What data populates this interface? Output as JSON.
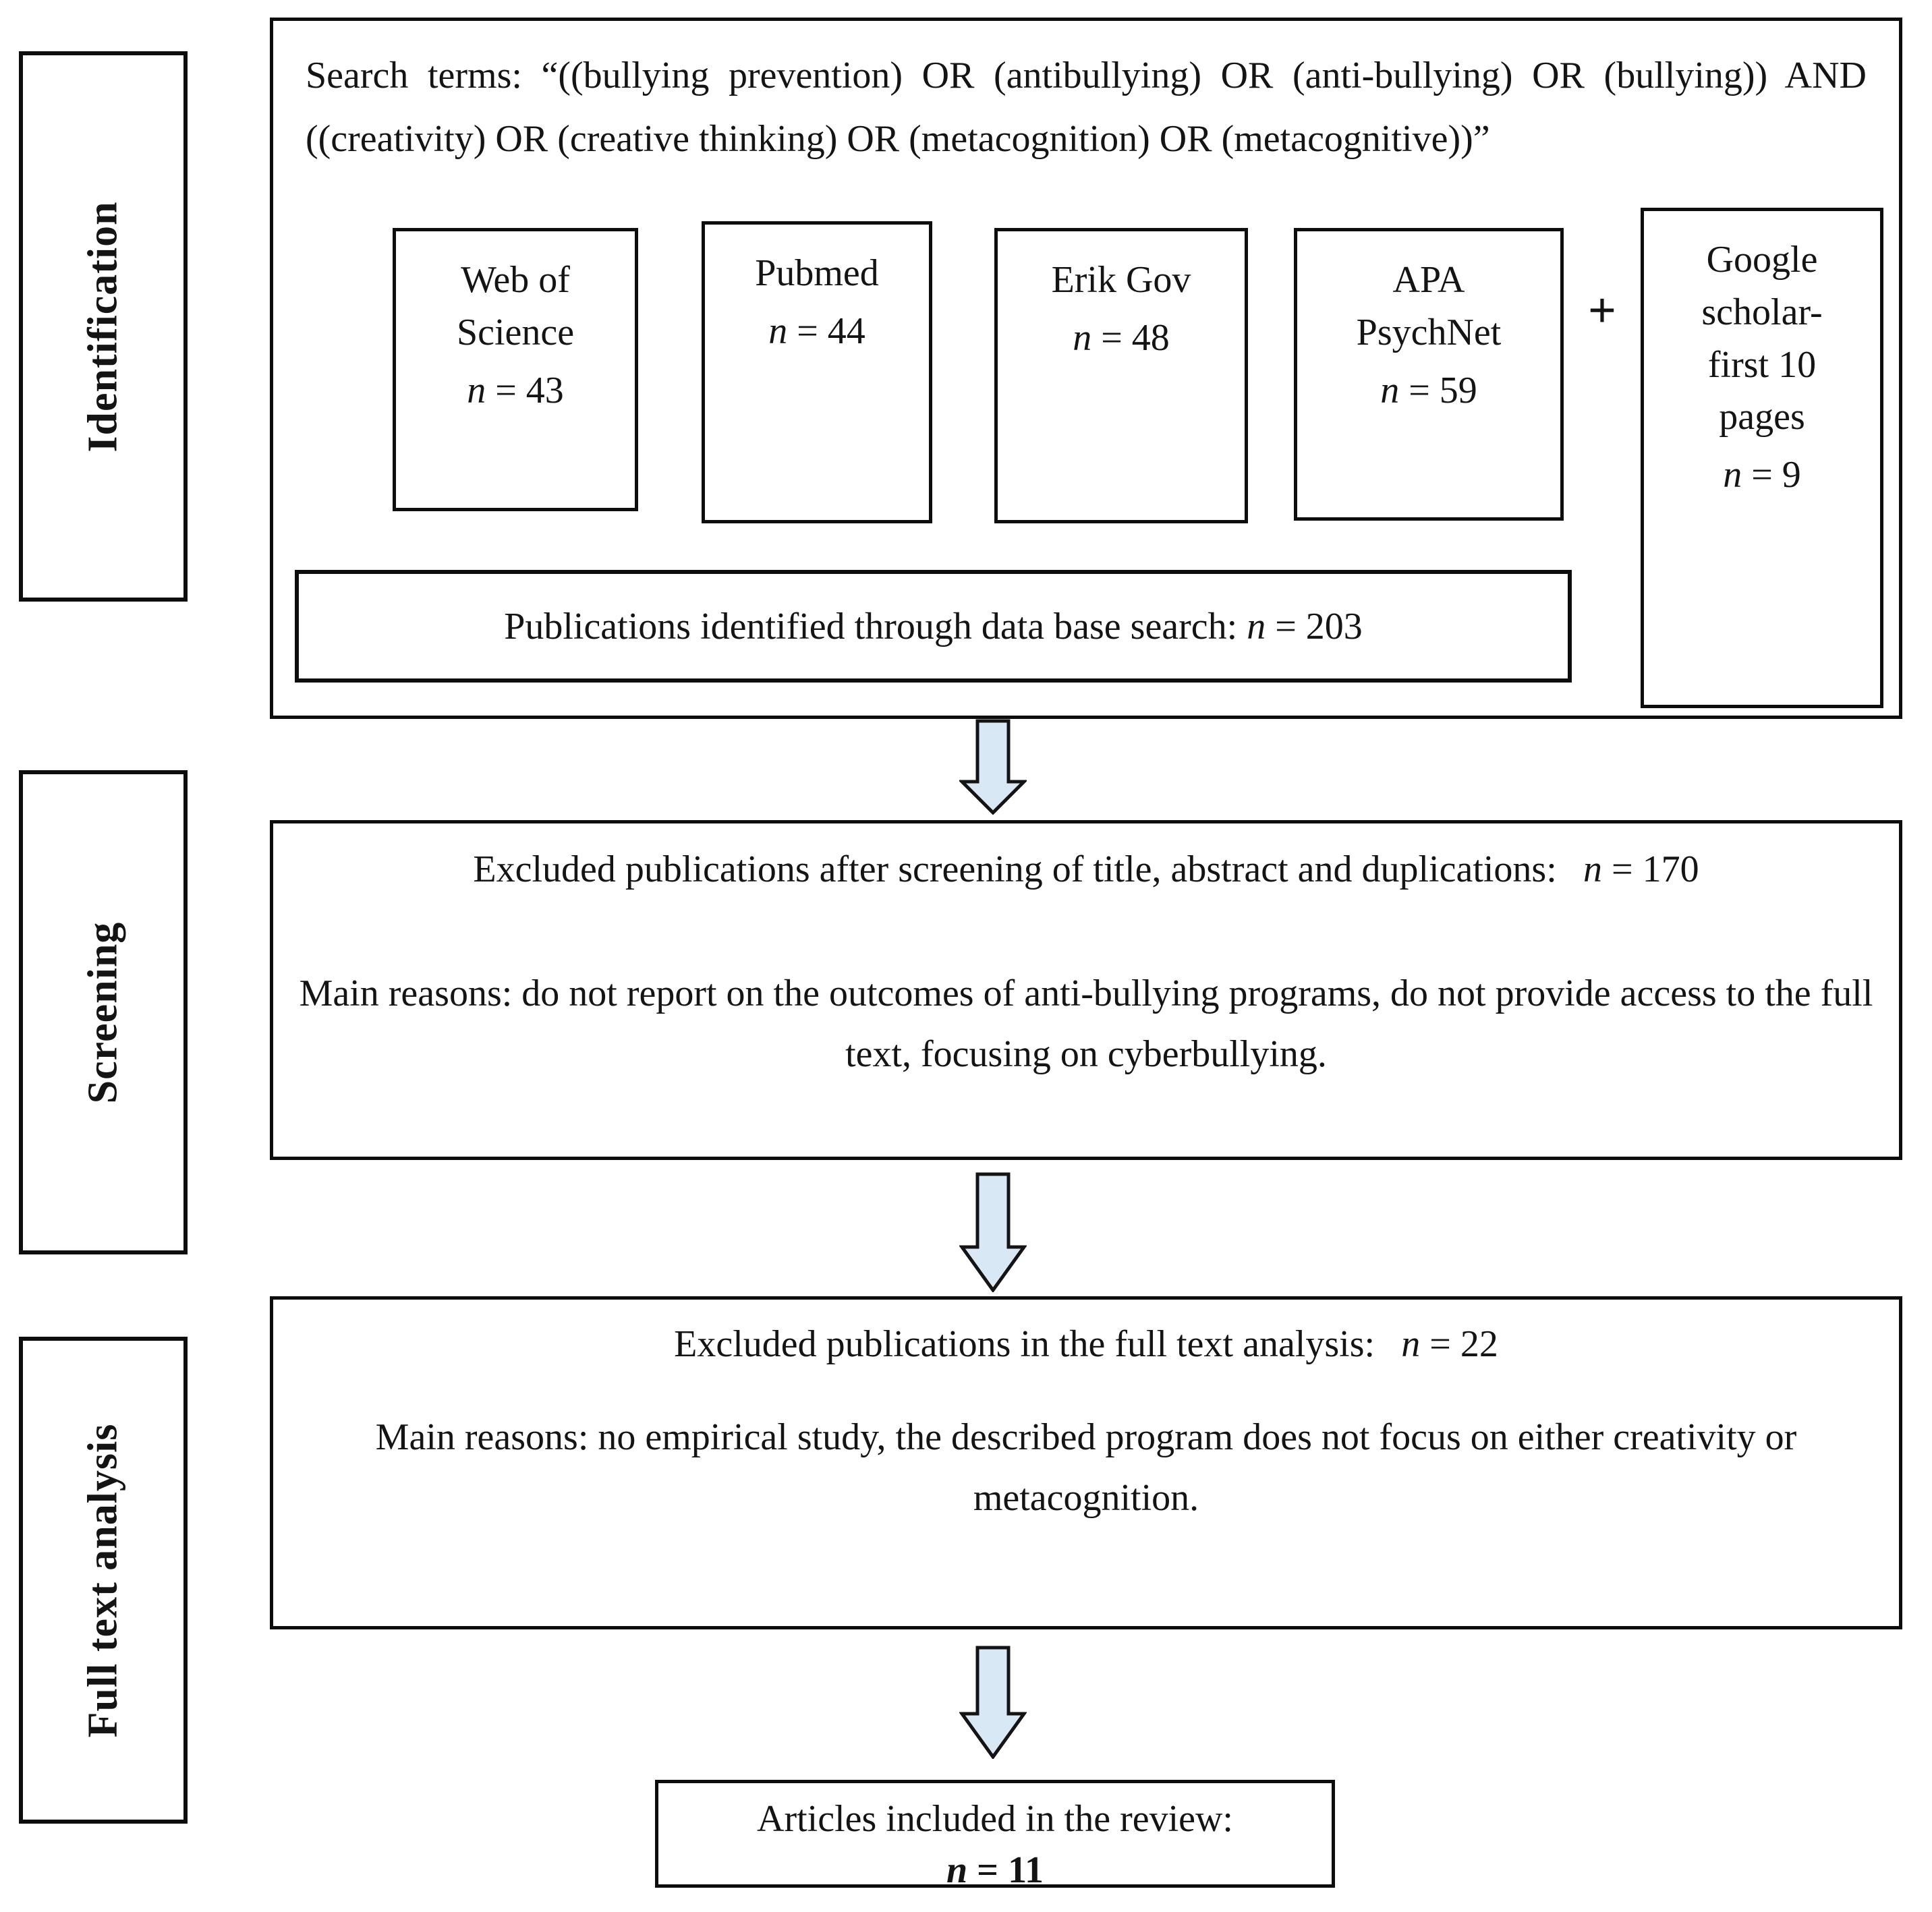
{
  "sidebar": {
    "stages": [
      "Identification",
      "Screening",
      "Full text analysis"
    ]
  },
  "identification": {
    "search_terms": {
      "line1": "Search terms: “((bullying prevention) OR (antibullying) OR (anti-bullying) OR (bullying)) AND",
      "line2": "((creativity) OR (creative thinking) OR (metacognition) OR (metacognitive))”"
    },
    "databases": [
      {
        "line1": "Web of",
        "line2": "Science",
        "n_var": "n",
        "n_rest": " = 43"
      },
      {
        "line1": "Pubmed",
        "n_var": "n",
        "n_rest": " = 44"
      },
      {
        "line1": "Erik Gov",
        "n_var": "n",
        "n_rest": " = 48"
      },
      {
        "line1": "APA",
        "line2": "PsychNet",
        "n_var": "n",
        "n_rest": " = 59"
      }
    ],
    "plus": "+",
    "google_scholar": {
      "line1": "Google",
      "line2": "scholar-",
      "line3": "first 10",
      "line4": "pages",
      "n_var": "n",
      "n_rest": " = 9"
    },
    "total": {
      "text": "Publications identified through data base search: ",
      "n_var": "n",
      "n_rest": " = 203"
    }
  },
  "screening": {
    "excluded": {
      "text": "Excluded publications after screening of title, abstract and duplications: ",
      "n_var": "n",
      "n_rest": " = 170"
    },
    "reasons": "Main reasons: do not report on the outcomes of anti-bullying programs, do not provide access to the full text, focusing on cyberbullying."
  },
  "full_text": {
    "excluded": {
      "text": "Excluded publications in the full text analysis: ",
      "n_var": "n",
      "n_rest": " = 22"
    },
    "reasons": "Main reasons: no empirical study, the described program does not focus on either creativity or metacognition."
  },
  "included": {
    "line1": "Articles included in the review:",
    "n_var": "n",
    "n_rest": " = 11"
  },
  "colors": {
    "arrow_fill": "#d9e8f5",
    "outline": "#0d0d0d",
    "text": "#141414"
  }
}
